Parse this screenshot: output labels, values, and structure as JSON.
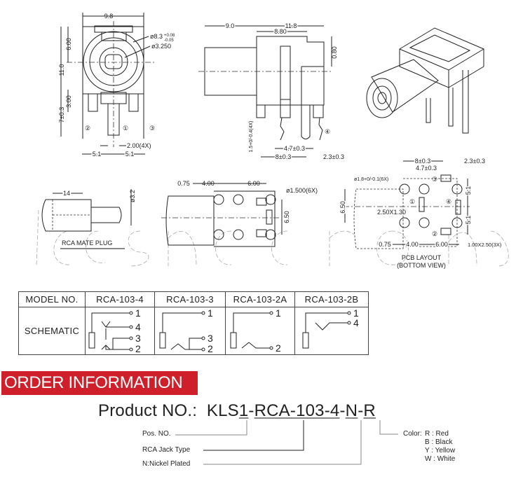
{
  "front_view": {
    "dim_width": "9.8",
    "dim_height": "11.0",
    "dim_upper": "6.00",
    "dim_lower": "3.00",
    "dim_pin": "7±0.3",
    "dia_outer": "ø8.3",
    "dia_outer_tol_plus": "+0.08",
    "dia_outer_tol_minus": "-0.05",
    "dia_inner": "ø3.250",
    "pin_width": "2.00(4X)",
    "pitch_left": "5.1",
    "pitch_right": "5.1",
    "pins": [
      "②",
      "①",
      "③"
    ]
  },
  "side_view": {
    "dim_plug": "9.0",
    "dim_total": "11.8",
    "dim_body": "8.80",
    "dim_top": "0.80",
    "dim_pin_len": "1.5+0/-0.4(4X)",
    "dim_a": "4.7±0.3",
    "dim_b": "8±0.3",
    "dim_c": "2.3±0.3",
    "pin": "④"
  },
  "mate_plug": {
    "length": "14",
    "dia": "ø3.2",
    "label": "RCA MATE PLUG"
  },
  "bottom_view": {
    "d1": "0.75",
    "d2": "4.00",
    "d3": "6.00",
    "holes": "ø1.500(6X)",
    "height": "6.50"
  },
  "pcb_layout": {
    "holes": "ø1.8+0/-0.1(6X)",
    "d_8": "8±0.3",
    "d_47": "4.7±0.3",
    "d_23": "2.3±0.3",
    "height": "6.50",
    "pad": "2.50X1.30",
    "v1": "5.1",
    "v2": "5.1",
    "b1": "0.75",
    "b2": "4.00",
    "b3": "6.00",
    "slots": "1.00X2.50(3X)",
    "pins": [
      "①",
      "②",
      "③",
      "④"
    ],
    "title": "PCB LAYOUT",
    "subtitle": "(BOTTOM VIEW)"
  },
  "model_table": {
    "header_label": "MODEL NO.",
    "row_label": "SCHEMATIC",
    "models": [
      "RCA-103-4",
      "RCA-103-3",
      "RCA-103-2A",
      "RCA-103-2B"
    ],
    "terminals": [
      [
        "1",
        "4",
        "3",
        "2"
      ],
      [
        "1",
        "3",
        "2"
      ],
      [
        "1",
        "2"
      ],
      [
        "1",
        "4"
      ]
    ]
  },
  "order": {
    "title": "ORDER INFORMATION",
    "prefix": "Product NO.:",
    "parts": [
      "KLS",
      "1",
      "-",
      "RCA-103-4",
      "-",
      "N",
      "-",
      "R"
    ],
    "pos_no": "Pos. NO.",
    "jack_type": "RCA  Jack Type",
    "plating": "N:Nickel Plated",
    "color_label": "Color:",
    "colors": [
      "R : Red",
      "B : Black",
      "Y : Yellow",
      "W : White"
    ]
  }
}
